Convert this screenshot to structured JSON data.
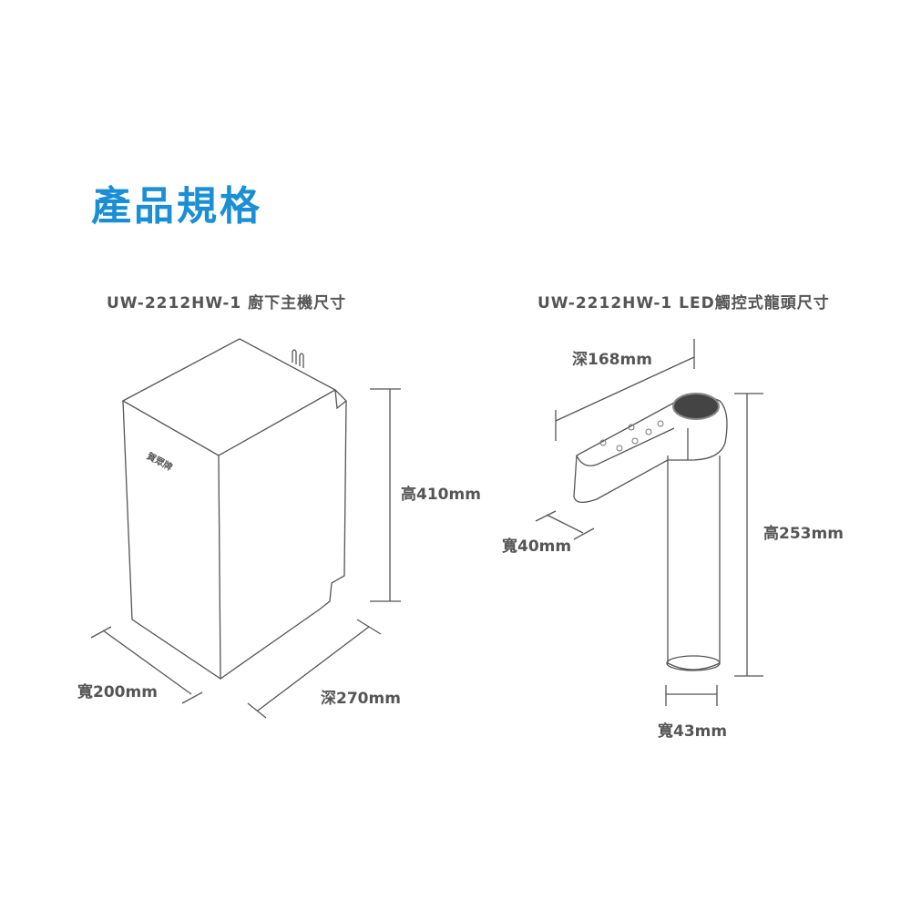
{
  "title": "產品規格",
  "unit": {
    "heading": "UW-2212HW-1 廚下主機尺寸",
    "brand_mark": "賀眾牌",
    "height": "高410mm",
    "width": "寬200mm",
    "depth": "深270mm"
  },
  "faucet": {
    "heading": "UW-2212HW-1 LED觸控式龍頭尺寸",
    "depth": "深168mm",
    "width_head": "寬40mm",
    "height": "高253mm",
    "width_base": "寬43mm"
  },
  "colors": {
    "title": "#1b8fd6",
    "line": "#555555"
  }
}
